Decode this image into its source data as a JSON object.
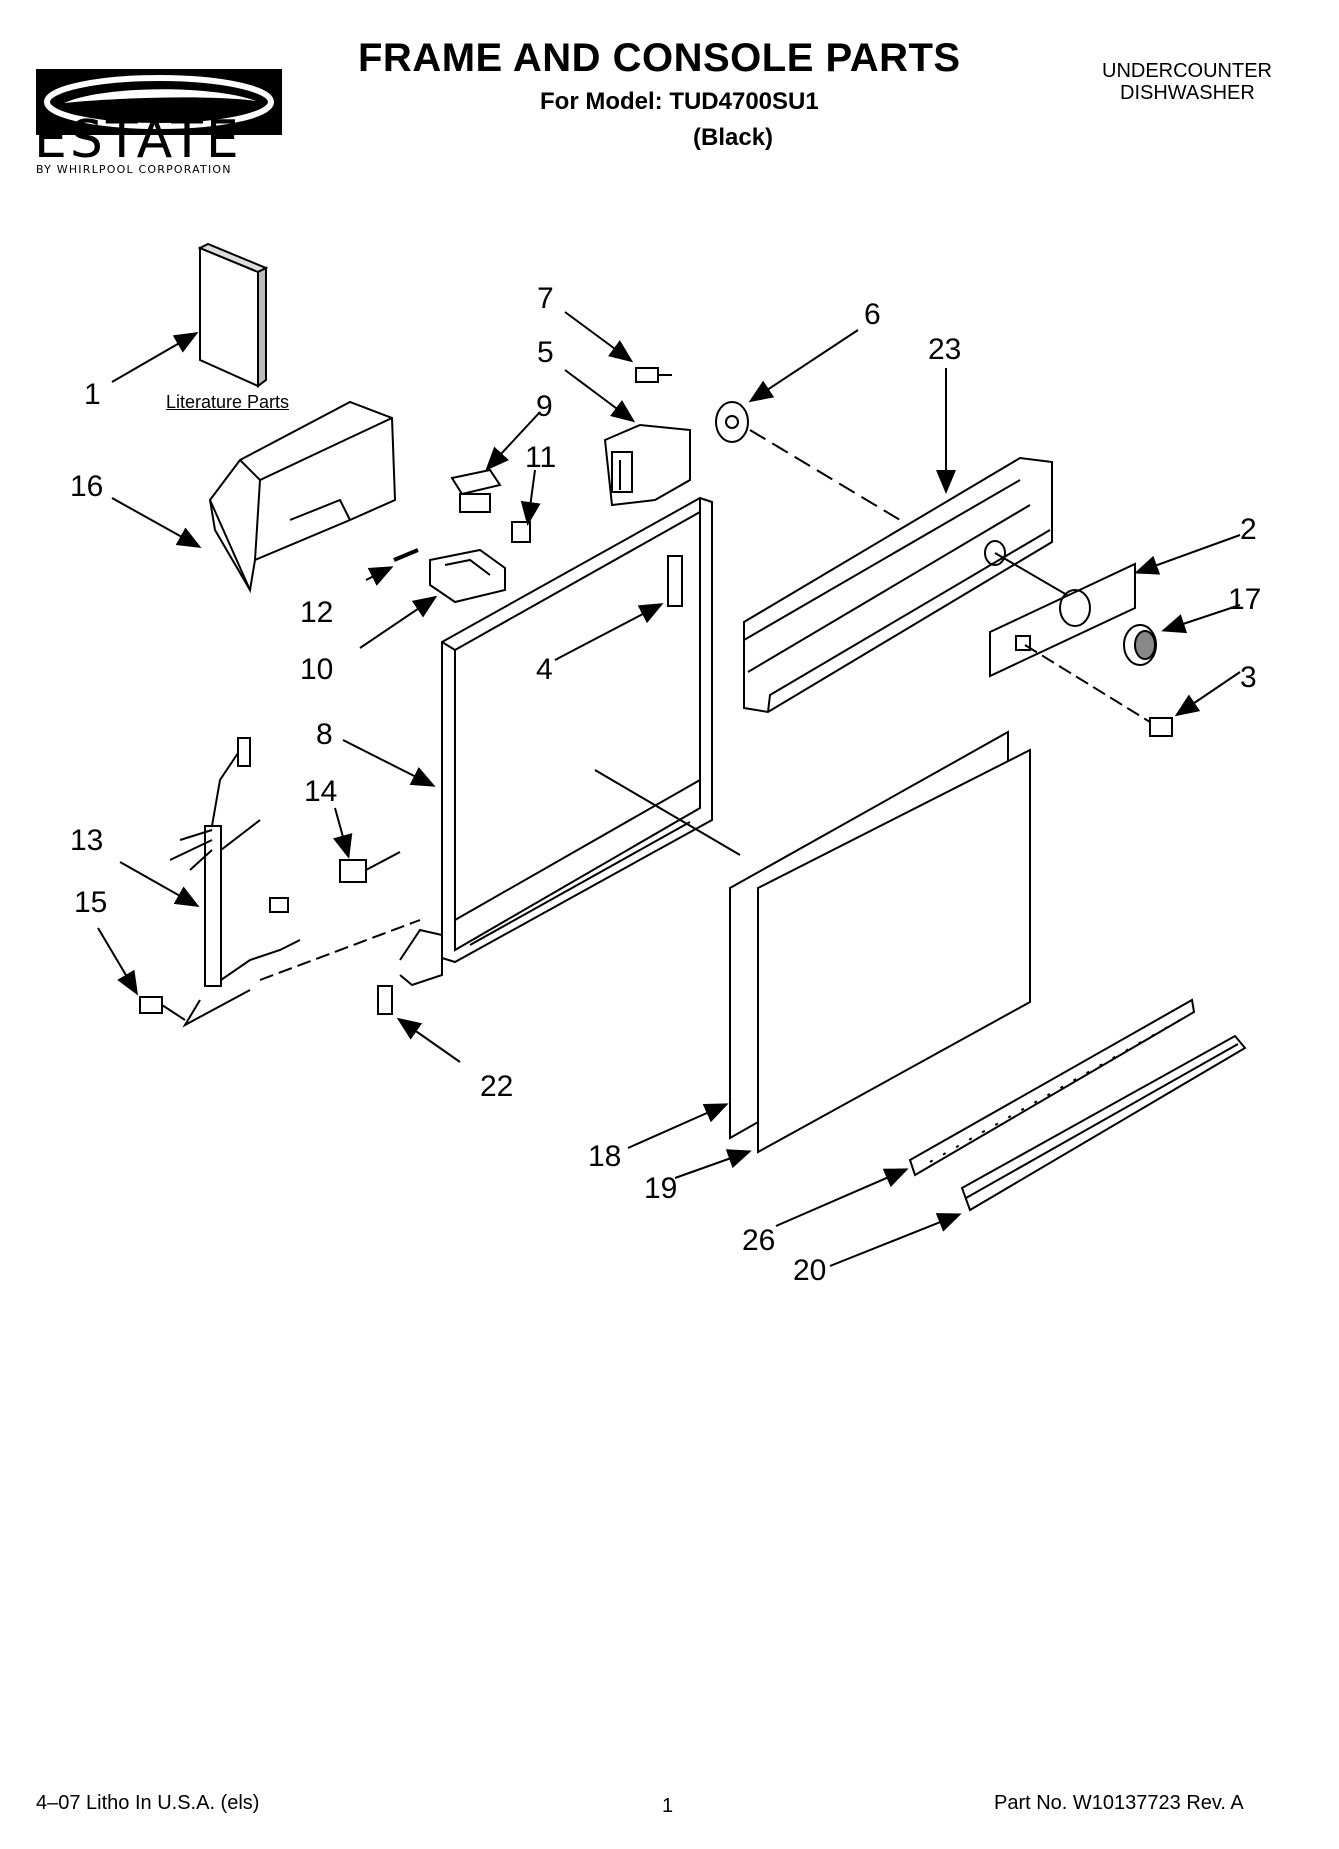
{
  "header": {
    "brand": "ESTATE",
    "brand_sub": "BY WHIRLPOOL CORPORATION",
    "title": "FRAME AND CONSOLE PARTS",
    "model": "For Model: TUD4700SU1",
    "color": "(Black)",
    "product_line1": "UNDERCOUNTER",
    "product_line2": "DISHWASHER"
  },
  "diagram": {
    "literature_label": "Literature Parts",
    "callouts": [
      "1",
      "2",
      "3",
      "4",
      "5",
      "6",
      "7",
      "8",
      "9",
      "10",
      "11",
      "12",
      "13",
      "14",
      "15",
      "16",
      "17",
      "18",
      "19",
      "20",
      "22",
      "23",
      "26"
    ]
  },
  "footer": {
    "left": "4–07 Litho In U.S.A. (els)",
    "page": "1",
    "right": "Part No. W10137723 Rev. A"
  }
}
